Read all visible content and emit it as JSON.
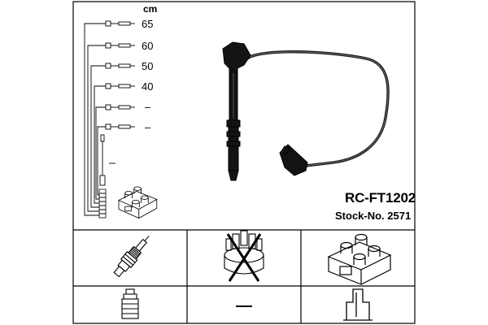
{
  "header": {
    "unit_label": "cm"
  },
  "cable_set": {
    "lengths": [
      "65",
      "60",
      "50",
      "40",
      "–",
      "–"
    ]
  },
  "product": {
    "part_number": "RC-FT1202",
    "stock_number": "Stock-No. 2571"
  },
  "compatibility": {
    "spark_plug": "spark-plug-icon",
    "distributor_cap": "distributor-cap-crossed-icon",
    "ignition_coil": "ignition-coil-icon",
    "plug_terminal": "plug-connector-icon",
    "dash": "—",
    "coil_terminal": "coil-connector-icon"
  }
}
